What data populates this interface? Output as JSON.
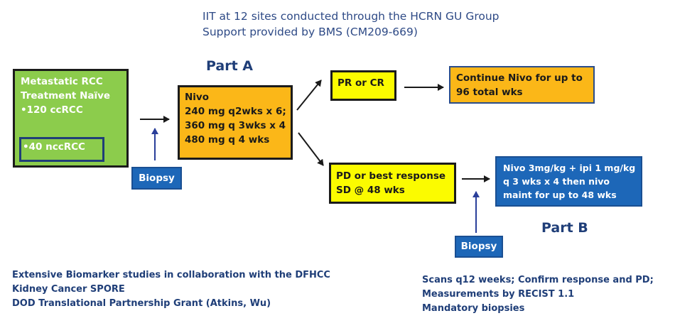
{
  "header": {
    "line1": "IIT at 12 sites conducted through the HCRN GU Group",
    "line2": "Support provided by BMS  (CM209-669)"
  },
  "population_box": {
    "line1": "Metastatic RCC",
    "line2": "Treatment Naïve",
    "bullet1": "•120 ccRCC",
    "bullet2": "•40 nccRCC"
  },
  "part_a": {
    "label": "Part A",
    "box": {
      "line1": "Nivo",
      "line2": "240 mg q2wks x 6;",
      "line3": "360 mg q 3wks x 4",
      "line4": "480 mg q 4 wks"
    }
  },
  "biopsy_labels": [
    "Biopsy",
    "Biopsy"
  ],
  "responder_box": {
    "label": "PR or CR"
  },
  "continue_box": {
    "line1": "Continue Nivo for up to",
    "line2": "96 total wks"
  },
  "nonresponder_box": {
    "line1": "PD or best response",
    "line2": "SD @ 48 wks"
  },
  "part_b": {
    "label": "Part B",
    "box": {
      "line1": "Nivo 3mg/kg + ipi 1 mg/kg",
      "line2": "q 3 wks x 4 then nivo",
      "line3": "maint  for up to 48 wks"
    }
  },
  "footer_left": [
    "Extensive Biomarker studies in collaboration with the DFHCC",
    "Kidney Cancer SPORE",
    "DOD Translational Partnership Grant (Atkins, Wu)"
  ],
  "footer_right": [
    "Scans q12 weeks; Confirm response and PD;",
    "Measurements by RECIST 1.1",
    "Mandatory biopsies"
  ],
  "colors": {
    "green": "#8ccc4c",
    "orange": "#fbb718",
    "yellow": "#fbfb00",
    "blue": "#1d67b8",
    "navy_text": "#1f3e78"
  }
}
